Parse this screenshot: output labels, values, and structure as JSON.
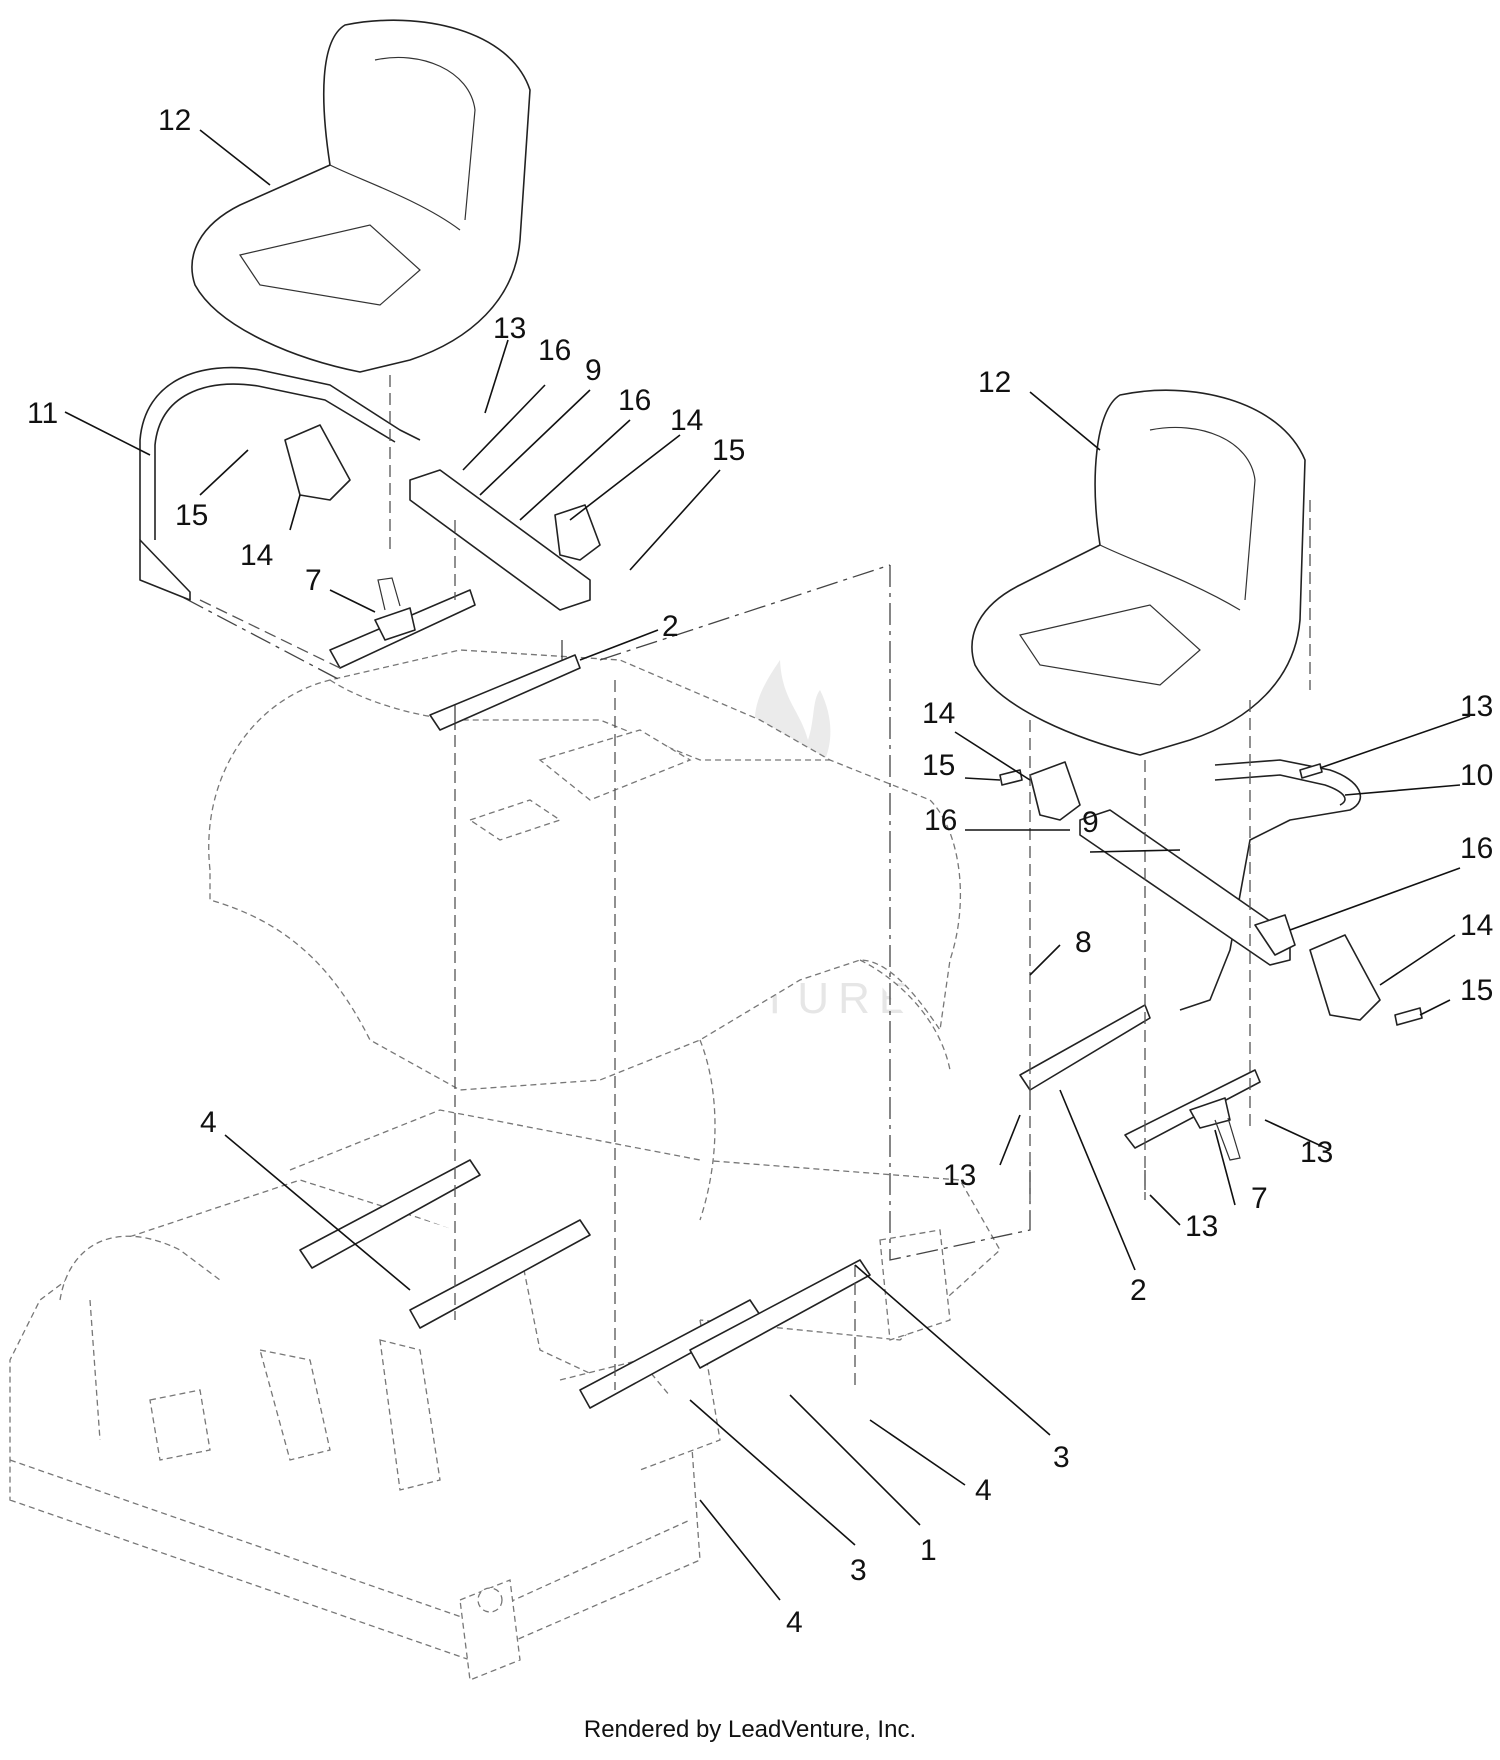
{
  "watermark": {
    "text": "LEADVENTURE"
  },
  "footer": {
    "text": "Rendered by LeadVenture, Inc."
  },
  "callouts": [
    {
      "id": "c-12a",
      "label": "12"
    },
    {
      "id": "c-11",
      "label": "11"
    },
    {
      "id": "c-15a",
      "label": "15"
    },
    {
      "id": "c-14a",
      "label": "14"
    },
    {
      "id": "c-7a",
      "label": "7"
    },
    {
      "id": "c-13a",
      "label": "13"
    },
    {
      "id": "c-16a",
      "label": "16"
    },
    {
      "id": "c-9a",
      "label": "9"
    },
    {
      "id": "c-16b",
      "label": "16"
    },
    {
      "id": "c-14b",
      "label": "14"
    },
    {
      "id": "c-15b",
      "label": "15"
    },
    {
      "id": "c-2a",
      "label": "2"
    },
    {
      "id": "c-12b",
      "label": "12"
    },
    {
      "id": "c-14c",
      "label": "14"
    },
    {
      "id": "c-15c",
      "label": "15"
    },
    {
      "id": "c-16c",
      "label": "16"
    },
    {
      "id": "c-13b",
      "label": "13"
    },
    {
      "id": "c-10",
      "label": "10"
    },
    {
      "id": "c-9b",
      "label": "9"
    },
    {
      "id": "c-16d",
      "label": "16"
    },
    {
      "id": "c-8",
      "label": "8"
    },
    {
      "id": "c-14d",
      "label": "14"
    },
    {
      "id": "c-15d",
      "label": "15"
    },
    {
      "id": "c-13c",
      "label": "13"
    },
    {
      "id": "c-13d",
      "label": "13"
    },
    {
      "id": "c-7b",
      "label": "7"
    },
    {
      "id": "c-13e",
      "label": "13"
    },
    {
      "id": "c-2b",
      "label": "2"
    },
    {
      "id": "c-4a",
      "label": "4"
    },
    {
      "id": "c-3a",
      "label": "3"
    },
    {
      "id": "c-4b",
      "label": "4"
    },
    {
      "id": "c-1",
      "label": "1"
    },
    {
      "id": "c-3b",
      "label": "3"
    },
    {
      "id": "c-4c",
      "label": "4"
    }
  ]
}
